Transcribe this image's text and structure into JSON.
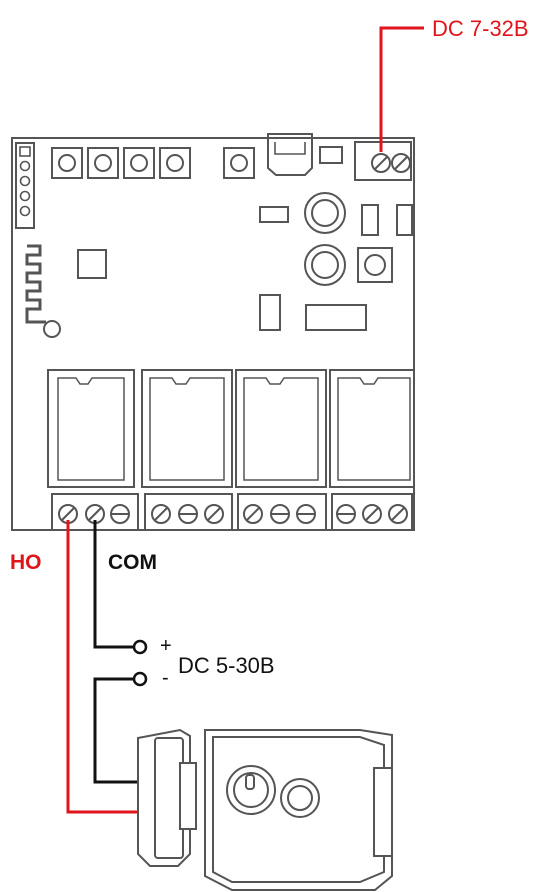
{
  "labels": {
    "power_in": "DC 7-32В",
    "no_contact": "НО",
    "com_contact": "COM",
    "plus": "+",
    "minus": "-",
    "lock_power": "DC 5-30В"
  },
  "colors": {
    "wire_red": "#e0141b",
    "wire_black": "#111111",
    "outline": "#555555",
    "board_fill": "#ffffff"
  }
}
